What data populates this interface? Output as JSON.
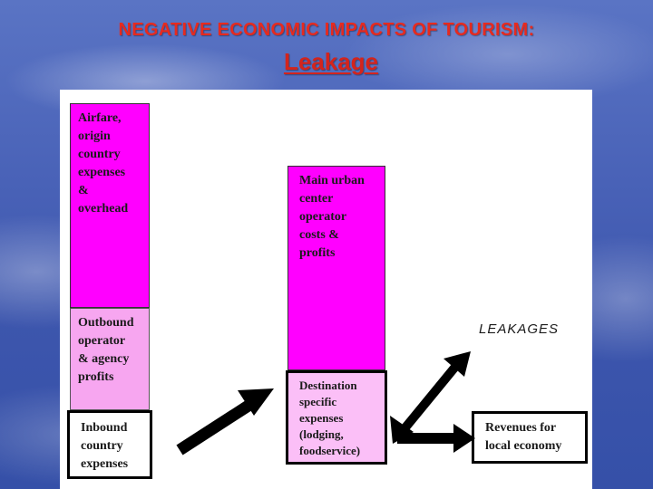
{
  "slide": {
    "title": "NEGATIVE ECONOMIC IMPACTS OF TOURISM:",
    "subtitle": "Leakage"
  },
  "diagram": {
    "boxes": {
      "airfare": "Airfare,\norigin\ncountry\nexpenses\n&\noverhead",
      "outbound": "Outbound\noperator\n& agency\nprofits",
      "inbound": "Inbound\ncountry\nexpenses",
      "main_urban": "Main urban\ncenter\noperator\ncosts &\nprofits",
      "destination": "Destination\nspecific\nexpenses\n(lodging,\nfoodservice)",
      "revenues": "Revenues for\nlocal economy"
    },
    "leakages_label": "LEAKAGES",
    "colors": {
      "magenta": "#ff00ff",
      "pink": "#f7a6f0",
      "light_pink": "#fbbff7",
      "title_red": "#e62a1f",
      "background_blue": "#4a63b8"
    }
  }
}
